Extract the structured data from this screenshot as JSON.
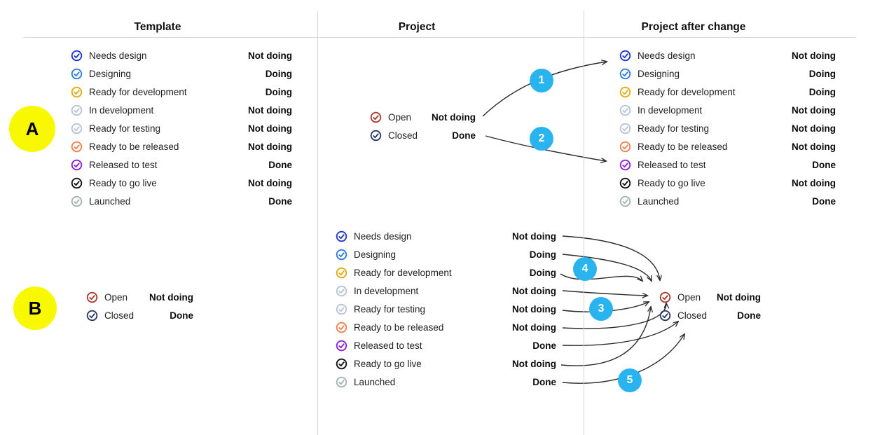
{
  "headers": {
    "template": "Template",
    "project": "Project",
    "after": "Project after change"
  },
  "markers": {
    "a": "A",
    "b": "B"
  },
  "steps": {
    "s1": "1",
    "s2": "2",
    "s3": "3",
    "s4": "4",
    "s5": "5"
  },
  "statuses": [
    {
      "label": "Needs design",
      "value": "Not doing",
      "color": "#2136cd"
    },
    {
      "label": "Designing",
      "value": "Doing",
      "color": "#2e7ce0"
    },
    {
      "label": "Ready for development",
      "value": "Doing",
      "color": "#e3ab0d"
    },
    {
      "label": "In development",
      "value": "Not doing",
      "color": "#b8c3d6"
    },
    {
      "label": "Ready for testing",
      "value": "Not doing",
      "color": "#b8c3d6"
    },
    {
      "label": "Ready to be released",
      "value": "Not doing",
      "color": "#f0824f"
    },
    {
      "label": "Released to test",
      "value": "Done",
      "color": "#8c1fd8"
    },
    {
      "label": "Ready to go live",
      "value": "Not doing",
      "color": "#111111"
    },
    {
      "label": "Launched",
      "value": "Done",
      "color": "#a3b5b2"
    }
  ],
  "issue_statuses": [
    {
      "label": "Open",
      "value": "Not doing",
      "color": "#a93c30"
    },
    {
      "label": "Closed",
      "value": "Done",
      "color": "#2c3a63"
    }
  ],
  "colors": {
    "step_circle": "#29b3ef",
    "marker_circle": "#f8f800",
    "arrow": "#2b2b2b",
    "divider": "#d6d6d6"
  }
}
